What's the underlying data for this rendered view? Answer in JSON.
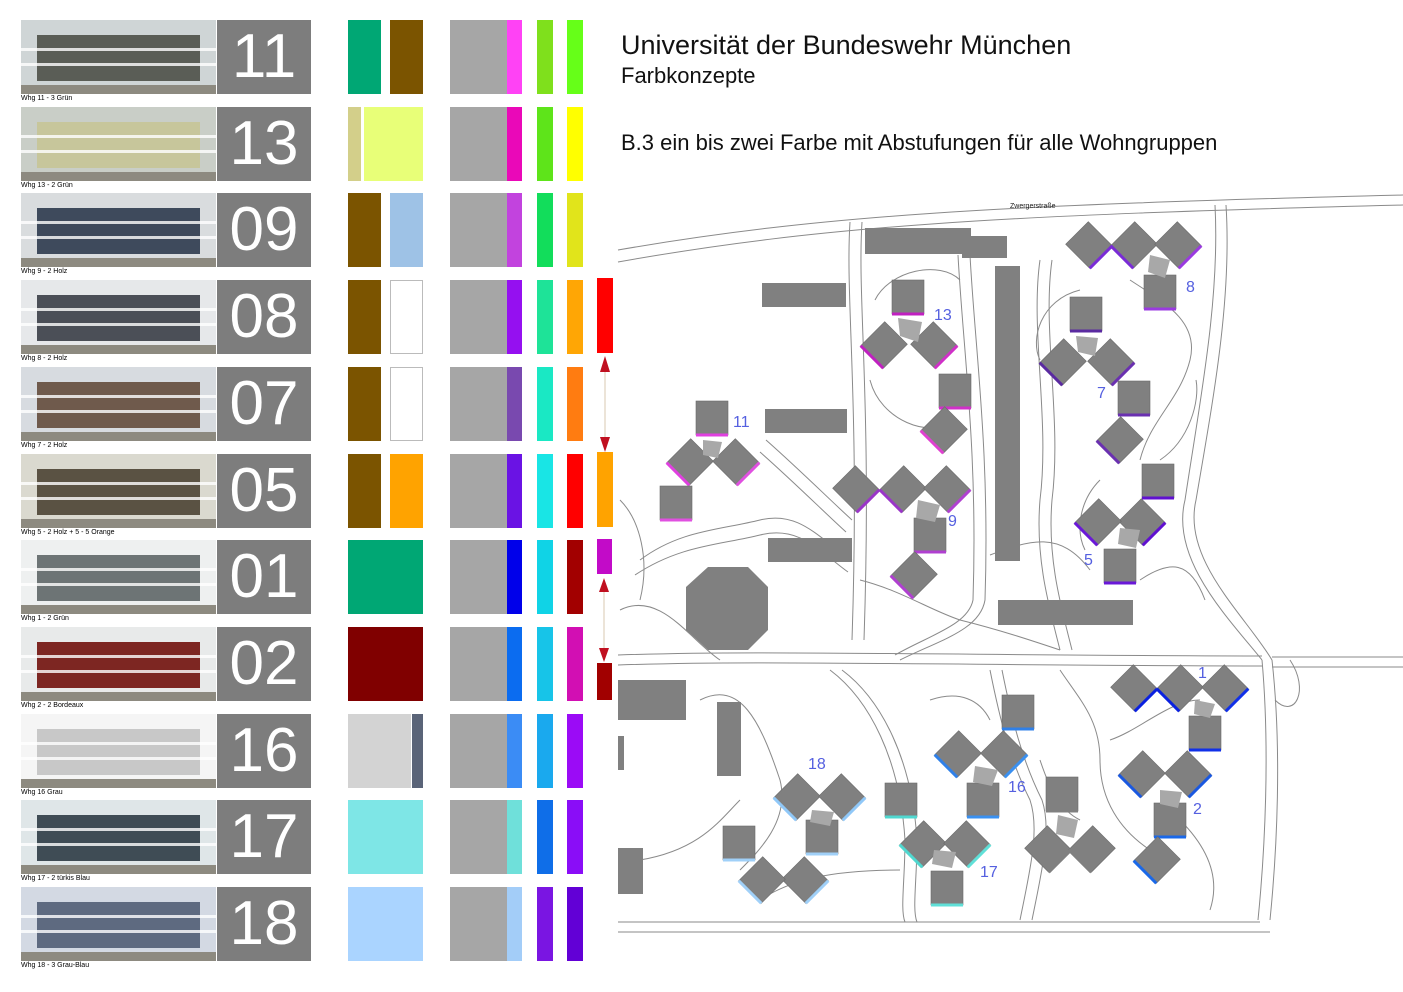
{
  "header": {
    "title": "Universität der Bundeswehr München",
    "subtitle": "Farbkonzepte",
    "concept": "B.3 ein bis zwei Farbe mit Abstufungen für alle Wohngruppen"
  },
  "groups": [
    {
      "number": "11",
      "caption": "Whg 11 - 3 Grün",
      "photo_colors": [
        "#cfd5d6",
        "#5a5d56"
      ],
      "swatches": [
        "#00a774",
        "#7b5400"
      ],
      "gradient_accent": "#ff42f5",
      "scale_colors": [
        "#7fe01c",
        "#66ff18"
      ]
    },
    {
      "number": "13",
      "caption": "Whg 13 - 2 Grün",
      "photo_colors": [
        "#c9cec7",
        "#c7c69b"
      ],
      "swatches": [
        "#d3cf8a",
        "#e8ff78"
      ],
      "gradient_accent": "#ea08b8",
      "scale_colors": [
        "#5ee41a",
        "#ffff00"
      ]
    },
    {
      "number": "09",
      "caption": "Whg 9 - 2 Holz",
      "photo_colors": [
        "#d9dcde",
        "#3e4a5c"
      ],
      "swatches": [
        "#7b5400",
        "#9ec2e6"
      ],
      "gradient_accent": "#c243de",
      "scale_colors": [
        "#12dd5b",
        "#e1e41b"
      ]
    },
    {
      "number": "08",
      "caption": "Whg 8 - 2 Holz",
      "photo_colors": [
        "#e6e8ea",
        "#4b4f57"
      ],
      "swatches": [
        "#7b5400",
        "#ffffff"
      ],
      "gradient_accent": "#9510f0",
      "scale_colors": [
        "#1ee398",
        "#ffa605"
      ],
      "extra_swatch": "#ff0000"
    },
    {
      "number": "07",
      "caption": "Whg 7 - 2 Holz",
      "photo_colors": [
        "#d7dbe0",
        "#6f5a4c"
      ],
      "swatches": [
        "#7b5400",
        "#ffffff"
      ],
      "gradient_accent": "#7949af",
      "scale_colors": [
        "#1ae8c4",
        "#ff7c11"
      ]
    },
    {
      "number": "05",
      "caption": "Whg 5 - 2 Holz + 5 - 5 Orange",
      "photo_colors": [
        "#dad9cf",
        "#5a5243"
      ],
      "swatches": [
        "#7b5400",
        "#ffa300"
      ],
      "gradient_accent": "#6a13e4",
      "scale_colors": [
        "#19e5e5",
        "#ff0000"
      ],
      "extra_swatch": "#ffa300"
    },
    {
      "number": "01",
      "caption": "Whg 1 - 2 Grün",
      "photo_colors": [
        "#eef0f0",
        "#6d7475"
      ],
      "swatches": [
        "#00a774"
      ],
      "gradient_accent": "#0000ea",
      "scale_colors": [
        "#10d3e6",
        "#a20000"
      ],
      "extra_swatch": "#c20bc8"
    },
    {
      "number": "02",
      "caption": "Whg 2 - 2 Bordeaux",
      "photo_colors": [
        "#e8eaea",
        "#7d2622"
      ],
      "swatches": [
        "#800000"
      ],
      "gradient_accent": "#0b6cf0",
      "scale_colors": [
        "#17c4e8",
        "#d20fb3"
      ],
      "extra_swatch": "#a10000"
    },
    {
      "number": "16",
      "caption": "Whg 16 Grau",
      "photo_colors": [
        "#f5f5f5",
        "#c8c8c8"
      ],
      "swatches": [
        "#d3d3d3",
        "#5a6478"
      ],
      "gradient_accent": "#3b8cf5",
      "scale_colors": [
        "#1aa9ee",
        "#9b0bf6"
      ]
    },
    {
      "number": "17",
      "caption": "Whg 17 - 2 türkis Blau",
      "photo_colors": [
        "#dfe6e8",
        "#3f4c55"
      ],
      "swatches": [
        "#7ee6e6"
      ],
      "gradient_accent": "#6fe0da",
      "scale_colors": [
        "#0f6ee8",
        "#8a0df7"
      ]
    },
    {
      "number": "18",
      "caption": "Whg 18 - 3 Grau-Blau",
      "photo_colors": [
        "#d3d9e3",
        "#5e6a80"
      ],
      "swatches": [
        "#aad4ff"
      ],
      "gradient_accent": "#a3cdf8",
      "scale_colors": [
        "#7a15e2",
        "#6200d6"
      ]
    }
  ],
  "map": {
    "street_label": "Zwergerstraße",
    "group_labels": [
      "13",
      "8",
      "11",
      "7",
      "9",
      "5",
      "1",
      "18",
      "16",
      "2",
      "17"
    ]
  }
}
